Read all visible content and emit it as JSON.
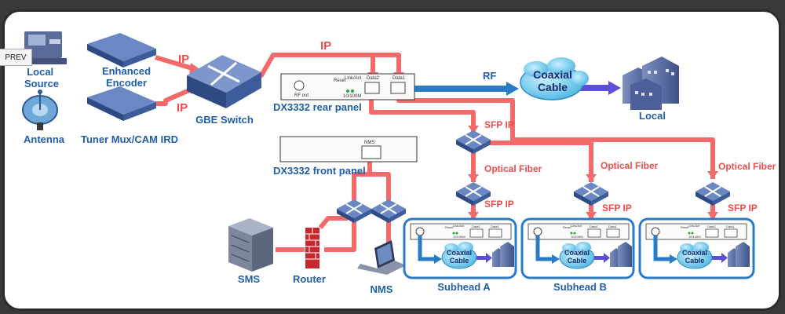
{
  "nav": {
    "prev_label": "PREV"
  },
  "labels": {
    "local_source": "Local\nSource",
    "antenna": "Antenna",
    "enhanced_encoder": "Enhanced\nEncoder",
    "tuner_mux": "Tuner Mux/CAM IRD",
    "gbe_switch": "GBE Switch",
    "ip_top": "IP",
    "ip_a": "IP",
    "ip_b": "IP",
    "rf": "RF",
    "coaxial_cable": "Coaxial\nCable",
    "local": "Local",
    "rear_panel": "DX3332 rear panel",
    "front_panel": "DX3332 front panel",
    "nms_port": "NMS",
    "rf_out": "RF out",
    "reset": "Reset",
    "link_act": "Link/Act",
    "speed": "10/100M",
    "data2": "Data2",
    "data1": "Data1",
    "sfp_ip": "SFP IP",
    "optical_fiber": "Optical Fiber",
    "sms": "SMS",
    "router": "Router",
    "nms": "NMS",
    "subhead_a": "Subhead A",
    "subhead_b": "Subhead B",
    "sub_coax": "Coaxial\nCable"
  },
  "colors": {
    "ip_line": "#f26a6a",
    "rf_line": "#2a7bc7",
    "label_blue": "#1f5ea8",
    "label_red": "#ef4c4c",
    "device_blue": "#3d5c9a"
  }
}
